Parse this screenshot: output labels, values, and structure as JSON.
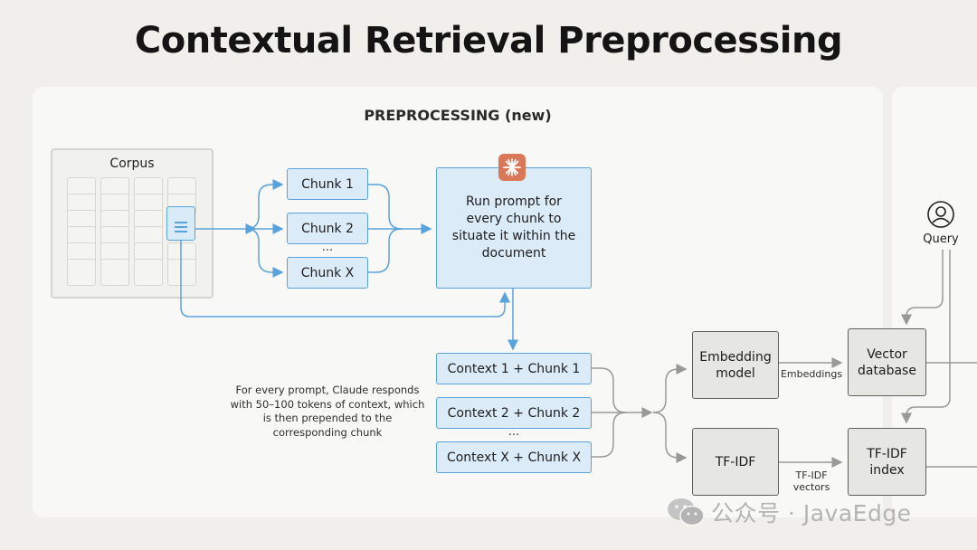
{
  "title": "Contextual Retrieval Preprocessing",
  "section_label": "PREPROCESSING (new)",
  "corpus": {
    "label": "Corpus"
  },
  "chunks": [
    "Chunk 1",
    "Chunk 2",
    "Chunk X"
  ],
  "chunks_ellipsis": "...",
  "prompt_box": "Run prompt for every chunk to situate it within the document",
  "contexts": [
    "Context 1 + Chunk 1",
    "Context 2 + Chunk 2",
    "Context X + Chunk X"
  ],
  "contexts_ellipsis": "...",
  "note": "For every prompt, Claude responds with 50–100 tokens of context, which is then prepended to the corresponding chunk",
  "embedding_model": "Embedding model",
  "embeddings_label": "Embeddings",
  "vector_database": "Vector database",
  "tfidf": "TF-IDF",
  "tfidf_vectors_label": "TF-IDF vectors",
  "tfidf_index": "TF-IDF index",
  "query": {
    "label": "Query",
    "icon": "user-icon"
  },
  "watermark": "公众号 · JavaEdge",
  "colors": {
    "accent_blue": "#5aa2dc",
    "blue_fill": "#dcebf8",
    "claude_orange": "#d97757",
    "gray_border": "#5f5f5f",
    "gray_fill": "#e6e6e3"
  }
}
